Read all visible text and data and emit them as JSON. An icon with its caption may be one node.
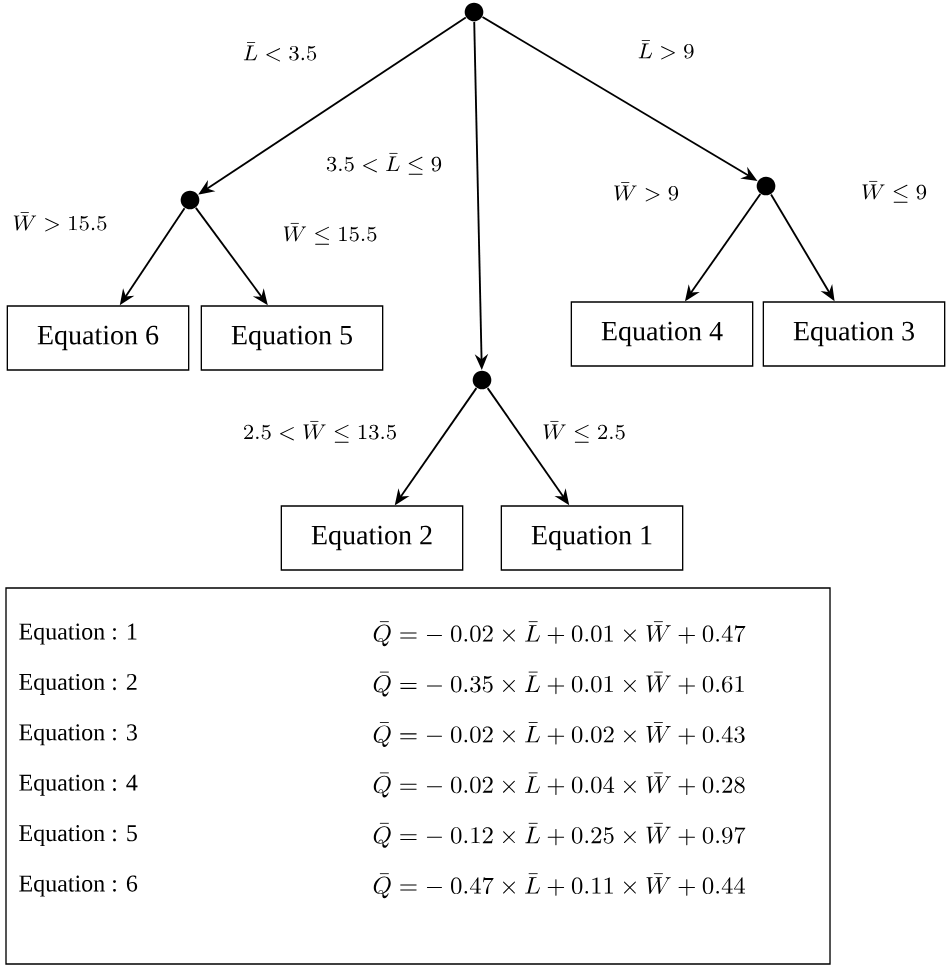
{
  "diagram": {
    "nodes": [
      {
        "text": [],
        "shape": "circle"
      },
      {
        "text": [],
        "shape": "circle"
      },
      {
        "text": [],
        "shape": "circle"
      },
      {
        "text": [],
        "shape": "circle"
      },
      {
        "text": [
          "Equation 6"
        ]
      },
      {
        "text": [
          "Equation 5"
        ]
      },
      {
        "text": [
          "Equation 4"
        ]
      },
      {
        "text": [
          "Equation 3"
        ]
      },
      {
        "text": [
          "Equation 2"
        ]
      },
      {
        "text": [
          "Equation 1"
        ]
      },
      {
        "text": [
          "Equation : 1",
          "\\bar{Q} = \\mathrm{-}\\ 0.02 \\times \\bar{L} + 0.01 \\times \\bar{W} + 0.47",
          "Equation : 2",
          "\\bar{Q} = \\mathrm{-}\\ 0.35 \\times \\bar{L} + 0.01 \\times \\bar{W} + 0.61",
          "Equation : 3",
          "\\bar{Q} = \\mathrm{-}\\ 0.02 \\times \\bar{L} + 0.02 \\times \\bar{W} + 0.43",
          "Equation : 4",
          "\\bar{Q} = \\mathrm{-}\\ 0.02 \\times \\bar{L} + 0.04 \\times \\bar{W} + 0.28",
          "Equation : 5",
          "\\bar{Q} = \\mathrm{-}\\ 0.12 \\times \\bar{L} + 0.25 \\times \\bar{W} + 0.97",
          "Equation : 6",
          "\\bar{Q} = \\mathrm{-}\\ 0.47 \\times \\bar{L} + 0.11 \\times \\bar{W} + 0.44"
        ]
      }
    ],
    "edges": [
      {
        "from": 0,
        "to": 1,
        "arrow": "to",
        "label": "\\bar{L} < 3.5"
      },
      {
        "from": 0,
        "to": 3,
        "arrow": "to",
        "label": "3.5 < \\bar{L} \\leq 9"
      },
      {
        "from": 0,
        "to": 2,
        "arrow": "to",
        "label": "\\bar{L} > 9"
      },
      {
        "from": 1,
        "to": 4,
        "arrow": "to",
        "label": "\\bar{W} > 15.5"
      },
      {
        "from": 1,
        "to": 5,
        "arrow": "to",
        "label": "\\bar{W} \\leq 15.5"
      },
      {
        "from": 2,
        "to": 6,
        "arrow": "to",
        "label": "\\bar{W} > 9"
      },
      {
        "from": 2,
        "to": 7,
        "arrow": "to",
        "label": "\\bar{W} \\leq 9"
      },
      {
        "from": 3,
        "to": 8,
        "arrow": "to",
        "label": "2.5 < \\bar{W} \\leq 13.5"
      },
      {
        "from": 3,
        "to": 9,
        "arrow": "to",
        "label": "\\bar{W} \\leq 2.5"
      }
    ]
  }
}
